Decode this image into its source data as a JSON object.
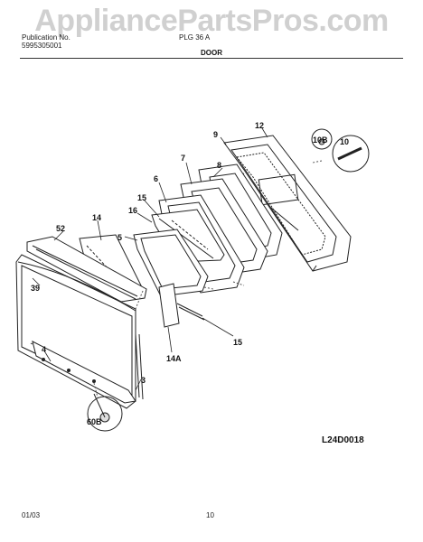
{
  "header": {
    "watermark": "AppliancePartsPros.com",
    "pub_label": "Publication No.",
    "pub_number": "5995305001",
    "model": "PLG 36 A",
    "section_title": "DOOR"
  },
  "footer": {
    "date": "01/03",
    "page": "10"
  },
  "diagram_code": "L24D0018",
  "callouts": {
    "c12": "12",
    "c9": "9",
    "c10b": "10B",
    "c10": "10",
    "c7": "7",
    "c8": "8",
    "c6": "6",
    "c15a": "15",
    "c16": "16",
    "c14": "14",
    "c52": "52",
    "c5": "5",
    "c39": "39",
    "c15b": "15",
    "c14a": "14A",
    "c4": "4",
    "c3": "3",
    "c60b": "60B"
  }
}
